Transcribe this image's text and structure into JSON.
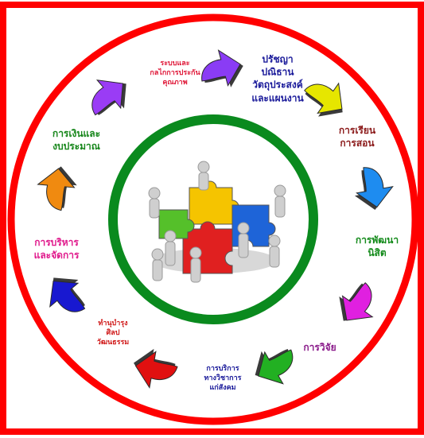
{
  "diagram": {
    "colors": {
      "frame": "#ff0000",
      "outer_ring": "#ff0000",
      "inner_ring": "#0a8a1e",
      "background": "#ffffff"
    },
    "center_image": "puzzle-teamwork-figures",
    "center_puzzle_colors": [
      "#f5c400",
      "#1e64d8",
      "#e02020",
      "#55c02a"
    ],
    "segments": [
      {
        "id": "philosophy",
        "arrow_color": "#8a3cf5",
        "label_color": "#1a1a9a",
        "lines": [
          "ปรัชญา",
          "ปณิธาน",
          "วัตถุประสงค์",
          "และแผนงาน"
        ]
      },
      {
        "id": "teaching",
        "arrow_color": "#e6e600",
        "label_color": "#8b1a1a",
        "lines": [
          "การเรียน",
          "การสอน"
        ]
      },
      {
        "id": "student-dev",
        "arrow_color": "#1e8cf0",
        "label_color": "#138a1a",
        "lines": [
          "การพัฒนา",
          "นิสิต"
        ]
      },
      {
        "id": "research",
        "arrow_color": "#e020e0",
        "label_color": "#8a1a8a",
        "lines": [
          "การวิจัย"
        ]
      },
      {
        "id": "academic-service",
        "arrow_color": "#22b022",
        "label_color": "#1a1a9a",
        "lines": [
          "การบริการ",
          "ทางวิชาการ",
          "แก่สังคม"
        ]
      },
      {
        "id": "culture",
        "arrow_color": "#e01010",
        "label_color": "#d01818",
        "lines": [
          "ทำนุบำรุง",
          "ศิลป",
          "วัฒนธรรม"
        ]
      },
      {
        "id": "administration",
        "arrow_color": "#1818d0",
        "label_color": "#e01a8c",
        "lines": [
          "การบริหาร",
          "และจัดการ"
        ]
      },
      {
        "id": "finance",
        "arrow_color": "#f08a10",
        "label_color": "#16861a",
        "lines": [
          "การเงินและ",
          "งบประมาณ"
        ]
      },
      {
        "id": "qa-system",
        "arrow_color": "#9a3cf5",
        "label_color": "#e01a3a",
        "lines": [
          "ระบบและ",
          "กลไกการประกัน",
          "คุณภาพ"
        ]
      }
    ]
  }
}
